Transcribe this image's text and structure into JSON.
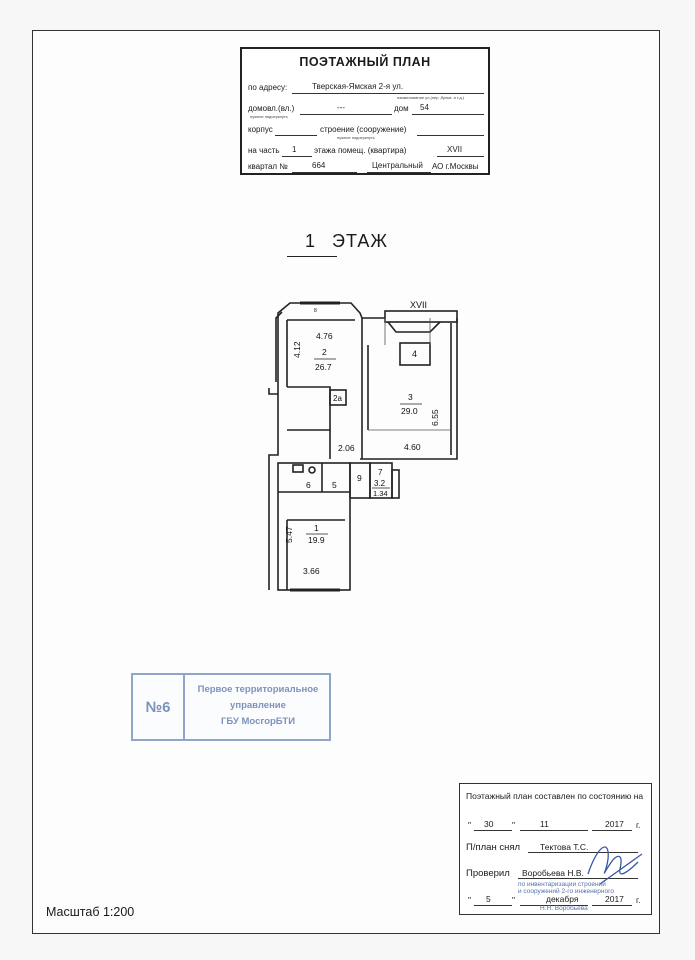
{
  "header": {
    "title": "ПОЭТАЖНЫЙ ПЛАН",
    "address_label": "по адресу:",
    "address_value": "Тверская-Ямская 2-я ул.",
    "address_hint": "наименование ул.(пер.,бульв. и т.д.)",
    "domovl_label": "домовл.(вл.)",
    "domovl_value": "---",
    "domovl_hint": "нужное подчеркнуть",
    "dom_label": "дом",
    "dom_value": "54",
    "korpus_label": "корпус",
    "stroenie_label": "строение (сооружение)",
    "stroenie_hint": "нужное подчеркнуть",
    "part_label": "на часть",
    "part_value": "1",
    "floor_label": "этажа помещ. (квартира)",
    "floor_value": "XVII",
    "kvartal_label": "квартал №",
    "kvartal_value": "664",
    "okrug_value": "Центральный",
    "city_label": "АО г.Москвы"
  },
  "floor": {
    "number": "1",
    "label": "ЭТАЖ"
  },
  "plan": {
    "section": "XVII",
    "rooms": [
      {
        "num": "2",
        "area": "26.7",
        "width": "4.76",
        "height": "4.12"
      },
      {
        "num": "3",
        "area": "29.0",
        "width": "4.60",
        "height": "6.55"
      },
      {
        "num": "1",
        "area": "19.9",
        "width": "3.66",
        "height": "5.47"
      },
      {
        "num": "7",
        "area": "3.2",
        "width": "1.34"
      }
    ],
    "small_rooms": [
      "4",
      "2а",
      "6",
      "5",
      "9",
      "8"
    ],
    "corridor_width": "2.06"
  },
  "stamp": {
    "number": "№6",
    "line1": "Первое территориальное",
    "line2": "управление",
    "line3": "ГБУ МосгорБТИ"
  },
  "certification": {
    "state_line": "Поэтажный план составлен по состоянию на",
    "day1": "30",
    "month1": "11",
    "year1": "2017",
    "g": "г.",
    "plan_by_label": "П/план снял",
    "plan_by_name": "Тектова Т.С.",
    "checked_label": "Проверил",
    "checked_name": "Воробьева Н.В.",
    "day2": "5",
    "month2": "декабря",
    "year2": "2017",
    "stamp_line1": "по инвентаризации строений",
    "stamp_line2": "и сооружений 2-го инженерного",
    "stamp_line3": "Н.Н. Воробьева"
  },
  "scale": "Масштаб 1:200"
}
